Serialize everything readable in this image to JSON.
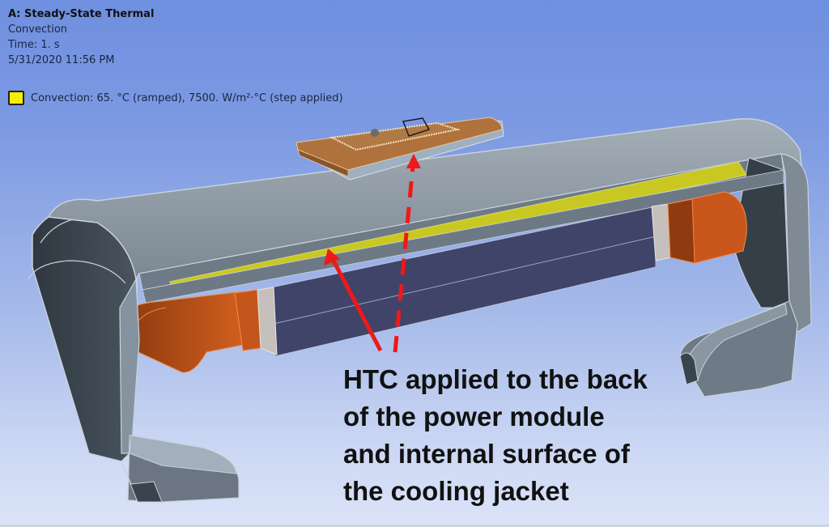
{
  "viewer": {
    "analysis_title": "A: Steady-State Thermal",
    "object_name": "Convection",
    "time_label": "Time: 1. s",
    "timestamp": "5/31/2020 11:56 PM"
  },
  "legend": {
    "swatch_color": "#f5f000",
    "text": "Convection: 65. °C  (ramped), 7500. W/m²·°C  (step applied)"
  },
  "callout": {
    "lines": [
      "HTC applied to the back",
      "of the power module",
      "and internal surface of",
      "the cooling jacket"
    ],
    "arrow_color": "#f01818"
  },
  "colors": {
    "background_top": "#6f8fe0",
    "background_bottom": "#dbe3f8",
    "jacket_gray": "#8a97a3",
    "jacket_dark": "#3c4650",
    "highlight_yellow": "#c9c822",
    "winding_orange": "#c9561a",
    "stator_navy": "#3f4468",
    "module_brown": "#b0723d"
  }
}
